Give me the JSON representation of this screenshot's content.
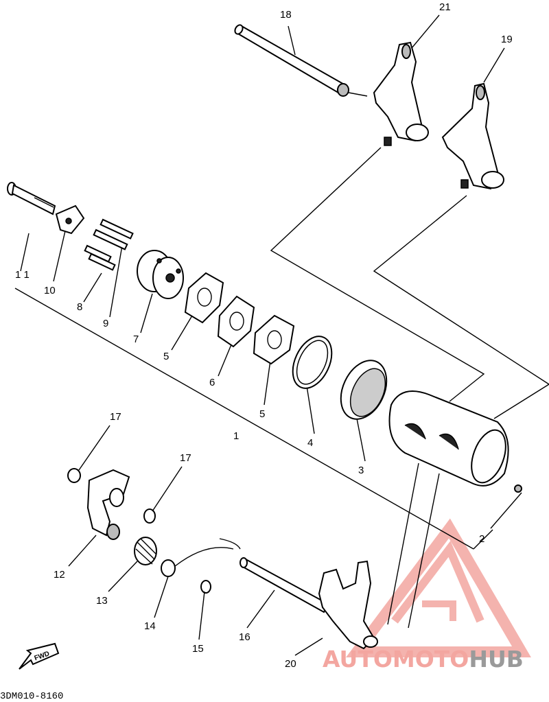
{
  "callouts": {
    "c1": "1",
    "c2": "2",
    "c3": "3",
    "c4": "4",
    "c5a": "5",
    "c5b": "5",
    "c6": "6",
    "c7": "7",
    "c8": "8",
    "c9": "9",
    "c10": "10",
    "c11": "1 1",
    "c12": "12",
    "c13": "13",
    "c14": "14",
    "c15": "15",
    "c16": "16",
    "c17a": "17",
    "c17b": "17",
    "c18": "18",
    "c19": "19",
    "c20": "20",
    "c21": "21"
  },
  "fwd_label": "FWD",
  "diagram_code": "3DM010-8160",
  "watermark": {
    "part1": "AUTO",
    "part2": "MOTO",
    "part3": "HUB",
    "red": "#f3a6a0",
    "gray": "#9a9a9a"
  }
}
